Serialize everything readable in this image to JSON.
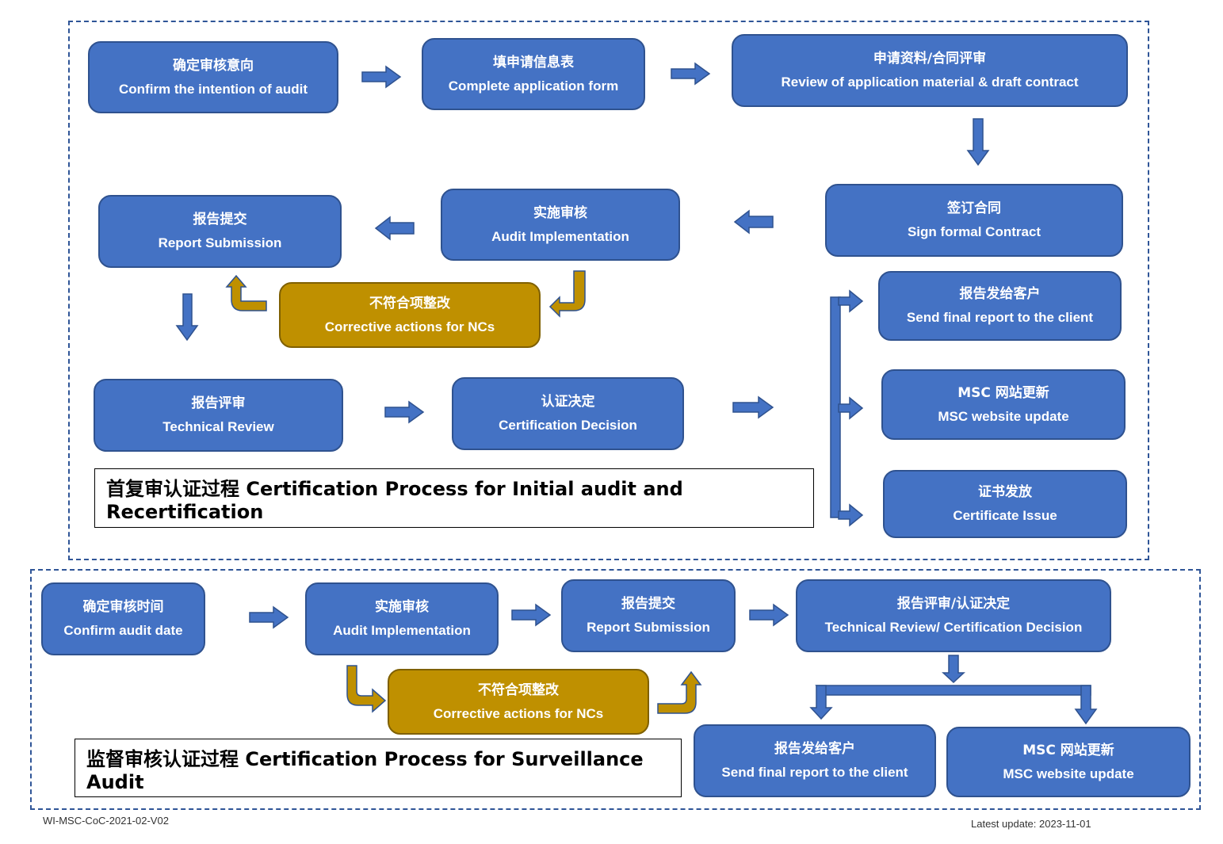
{
  "initial": {
    "title": "首复审认证过程  Certification Process for Initial audit and Recertification",
    "steps": [
      {
        "zh": "确定审核意向",
        "en": "Confirm the intention of audit"
      },
      {
        "zh": "填申请信息表",
        "en": "Complete application form"
      },
      {
        "zh": "申请资料/合同评审",
        "en": "Review of application material & draft contract"
      },
      {
        "zh": "签订合同",
        "en": "Sign formal Contract"
      },
      {
        "zh": "实施审核",
        "en": "Audit Implementation"
      },
      {
        "zh": "报告提交",
        "en": "Report Submission"
      },
      {
        "zh": "不符合项整改",
        "en": "Corrective actions for NCs"
      },
      {
        "zh": "报告评审",
        "en": "Technical Review"
      },
      {
        "zh": "认证决定",
        "en": "Certification Decision"
      },
      {
        "zh": "报告发给客户",
        "en": "Send final report to the client"
      },
      {
        "zh": "MSC 网站更新",
        "en": "MSC website update"
      },
      {
        "zh": "证书发放",
        "en": "Certificate Issue"
      }
    ]
  },
  "surveillance": {
    "title": "监督审核认证过程  Certification Process for Surveillance Audit",
    "steps": [
      {
        "zh": "确定审核时间",
        "en": "Confirm audit date"
      },
      {
        "zh": "实施审核",
        "en": "Audit Implementation"
      },
      {
        "zh": "报告提交",
        "en": "Report Submission"
      },
      {
        "zh": "报告评审/认证决定",
        "en": "Technical Review/ Certification Decision"
      },
      {
        "zh": "不符合项整改",
        "en": "Corrective actions for NCs"
      },
      {
        "zh": "报告发给客户",
        "en": "Send final report to the client"
      },
      {
        "zh": "MSC 网站更新",
        "en": "MSC website update"
      }
    ]
  },
  "footer": {
    "doc_id": "WI-MSC-CoC-2021-02-V02",
    "latest_update": "Latest update: 2023-11-01"
  },
  "colors": {
    "step": "#4472C4",
    "corrective": "#BF9000",
    "frame": "#2F5597"
  }
}
